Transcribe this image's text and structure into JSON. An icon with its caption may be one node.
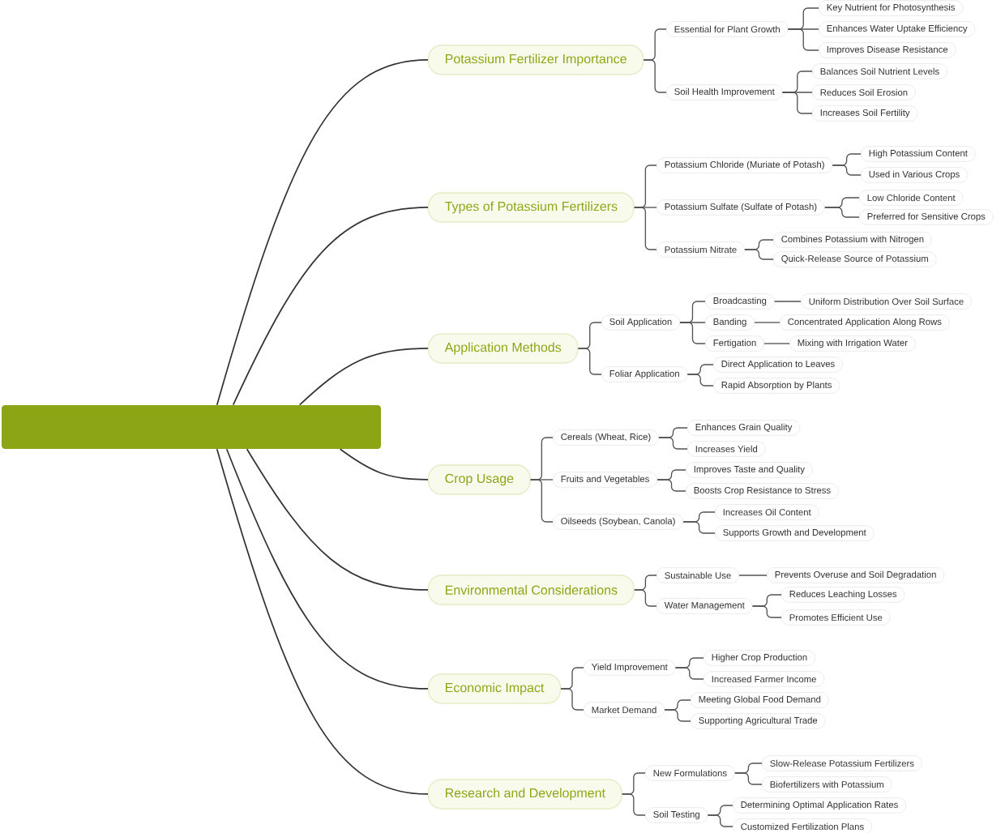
{
  "diagram": {
    "nodes": [
      {
        "text": [],
        "shape": "box"
      },
      {
        "text": [
          "Potassium Fertilizer Importance"
        ]
      },
      {
        "text": [
          "Essential for Plant Growth"
        ]
      },
      {
        "text": [
          "Key Nutrient for Photosynthesis"
        ]
      },
      {
        "text": [
          "Enhances Water Uptake Efficiency"
        ]
      },
      {
        "text": [
          "Improves Disease Resistance"
        ]
      },
      {
        "text": [
          "Soil Health Improvement"
        ]
      },
      {
        "text": [
          "Balances Soil Nutrient Levels"
        ]
      },
      {
        "text": [
          "Reduces Soil Erosion"
        ]
      },
      {
        "text": [
          "Increases Soil Fertility"
        ]
      },
      {
        "text": [
          "Types of Potassium Fertilizers"
        ]
      },
      {
        "text": [
          "Potassium Chloride (Muriate of Potash)"
        ]
      },
      {
        "text": [
          "High Potassium Content"
        ]
      },
      {
        "text": [
          "Used in Various Crops"
        ]
      },
      {
        "text": [
          "Potassium Sulfate (Sulfate of Potash)"
        ]
      },
      {
        "text": [
          "Low Chloride Content"
        ]
      },
      {
        "text": [
          "Preferred for Sensitive Crops"
        ]
      },
      {
        "text": [
          "Potassium Nitrate"
        ]
      },
      {
        "text": [
          "Combines Potassium with Nitrogen"
        ]
      },
      {
        "text": [
          "Quick-Release Source of Potassium"
        ]
      },
      {
        "text": [
          "Application Methods"
        ]
      },
      {
        "text": [
          "Soil Application"
        ]
      },
      {
        "text": [
          "Broadcasting"
        ]
      },
      {
        "text": [
          "Uniform Distribution Over Soil Surface"
        ]
      },
      {
        "text": [
          "Banding"
        ]
      },
      {
        "text": [
          "Concentrated Application Along Rows"
        ]
      },
      {
        "text": [
          "Fertigation"
        ]
      },
      {
        "text": [
          "Mixing with Irrigation Water"
        ]
      },
      {
        "text": [
          "Foliar Application"
        ]
      },
      {
        "text": [
          "Direct Application to Leaves"
        ]
      },
      {
        "text": [
          "Rapid Absorption by Plants"
        ]
      },
      {
        "text": [
          "Crop Usage"
        ]
      },
      {
        "text": [
          "Cereals (Wheat, Rice)"
        ]
      },
      {
        "text": [
          "Enhances Grain Quality"
        ]
      },
      {
        "text": [
          "Increases Yield"
        ]
      },
      {
        "text": [
          "Fruits and Vegetables"
        ]
      },
      {
        "text": [
          "Improves Taste and Quality"
        ]
      },
      {
        "text": [
          "Boosts Crop Resistance to Stress"
        ]
      },
      {
        "text": [
          "Oilseeds (Soybean, Canola)"
        ]
      },
      {
        "text": [
          "Increases Oil Content"
        ]
      },
      {
        "text": [
          "Supports Growth and Development"
        ]
      },
      {
        "text": [
          "Environmental Considerations"
        ]
      },
      {
        "text": [
          "Sustainable Use"
        ]
      },
      {
        "text": [
          "Prevents Overuse and Soil Degradation"
        ]
      },
      {
        "text": [
          "Water Management"
        ]
      },
      {
        "text": [
          "Reduces Leaching Losses"
        ]
      },
      {
        "text": [
          "Promotes Efficient Use"
        ]
      },
      {
        "text": [
          "Economic Impact"
        ]
      },
      {
        "text": [
          "Yield Improvement"
        ]
      },
      {
        "text": [
          "Higher Crop Production"
        ]
      },
      {
        "text": [
          "Increased Farmer Income"
        ]
      },
      {
        "text": [
          "Market Demand"
        ]
      },
      {
        "text": [
          "Meeting Global Food Demand"
        ]
      },
      {
        "text": [
          "Supporting Agricultural Trade"
        ]
      },
      {
        "text": [
          "Research and Development"
        ]
      },
      {
        "text": [
          "New Formulations"
        ]
      },
      {
        "text": [
          "Slow-Release Potassium Fertilizers"
        ]
      },
      {
        "text": [
          "Biofertilizers with Potassium"
        ]
      },
      {
        "text": [
          "Soil Testing"
        ]
      },
      {
        "text": [
          "Determining Optimal Application Rates"
        ]
      },
      {
        "text": [
          "Customized Fertilization Plans"
        ]
      }
    ],
    "edges": [
      {
        "from": 0,
        "to": 1,
        "arrow": "none"
      },
      {
        "from": 1,
        "to": 2,
        "arrow": "none"
      },
      {
        "from": 2,
        "to": 3,
        "arrow": "none"
      },
      {
        "from": 2,
        "to": 4,
        "arrow": "none"
      },
      {
        "from": 2,
        "to": 5,
        "arrow": "none"
      },
      {
        "from": 1,
        "to": 6,
        "arrow": "none"
      },
      {
        "from": 6,
        "to": 7,
        "arrow": "none"
      },
      {
        "from": 6,
        "to": 8,
        "arrow": "none"
      },
      {
        "from": 6,
        "to": 9,
        "arrow": "none"
      },
      {
        "from": 0,
        "to": 10,
        "arrow": "none"
      },
      {
        "from": 10,
        "to": 11,
        "arrow": "none"
      },
      {
        "from": 11,
        "to": 12,
        "arrow": "none"
      },
      {
        "from": 11,
        "to": 13,
        "arrow": "none"
      },
      {
        "from": 10,
        "to": 14,
        "arrow": "none"
      },
      {
        "from": 14,
        "to": 15,
        "arrow": "none"
      },
      {
        "from": 14,
        "to": 16,
        "arrow": "none"
      },
      {
        "from": 10,
        "to": 17,
        "arrow": "none"
      },
      {
        "from": 17,
        "to": 18,
        "arrow": "none"
      },
      {
        "from": 17,
        "to": 19,
        "arrow": "none"
      },
      {
        "from": 0,
        "to": 20,
        "arrow": "none"
      },
      {
        "from": 20,
        "to": 21,
        "arrow": "none"
      },
      {
        "from": 21,
        "to": 22,
        "arrow": "none"
      },
      {
        "from": 22,
        "to": 23,
        "arrow": "none"
      },
      {
        "from": 21,
        "to": 24,
        "arrow": "none"
      },
      {
        "from": 24,
        "to": 25,
        "arrow": "none"
      },
      {
        "from": 21,
        "to": 26,
        "arrow": "none"
      },
      {
        "from": 26,
        "to": 27,
        "arrow": "none"
      },
      {
        "from": 20,
        "to": 28,
        "arrow": "none"
      },
      {
        "from": 28,
        "to": 29,
        "arrow": "none"
      },
      {
        "from": 28,
        "to": 30,
        "arrow": "none"
      },
      {
        "from": 0,
        "to": 31,
        "arrow": "none"
      },
      {
        "from": 31,
        "to": 32,
        "arrow": "none"
      },
      {
        "from": 32,
        "to": 33,
        "arrow": "none"
      },
      {
        "from": 32,
        "to": 34,
        "arrow": "none"
      },
      {
        "from": 31,
        "to": 35,
        "arrow": "none"
      },
      {
        "from": 35,
        "to": 36,
        "arrow": "none"
      },
      {
        "from": 35,
        "to": 37,
        "arrow": "none"
      },
      {
        "from": 31,
        "to": 38,
        "arrow": "none"
      },
      {
        "from": 38,
        "to": 39,
        "arrow": "none"
      },
      {
        "from": 38,
        "to": 40,
        "arrow": "none"
      },
      {
        "from": 0,
        "to": 41,
        "arrow": "none"
      },
      {
        "from": 41,
        "to": 42,
        "arrow": "none"
      },
      {
        "from": 42,
        "to": 43,
        "arrow": "none"
      },
      {
        "from": 41,
        "to": 44,
        "arrow": "none"
      },
      {
        "from": 44,
        "to": 45,
        "arrow": "none"
      },
      {
        "from": 44,
        "to": 46,
        "arrow": "none"
      },
      {
        "from": 0,
        "to": 47,
        "arrow": "none"
      },
      {
        "from": 47,
        "to": 48,
        "arrow": "none"
      },
      {
        "from": 48,
        "to": 49,
        "arrow": "none"
      },
      {
        "from": 48,
        "to": 50,
        "arrow": "none"
      },
      {
        "from": 47,
        "to": 51,
        "arrow": "none"
      },
      {
        "from": 51,
        "to": 52,
        "arrow": "none"
      },
      {
        "from": 51,
        "to": 53,
        "arrow": "none"
      },
      {
        "from": 0,
        "to": 54,
        "arrow": "none"
      },
      {
        "from": 54,
        "to": 55,
        "arrow": "none"
      },
      {
        "from": 55,
        "to": 56,
        "arrow": "none"
      },
      {
        "from": 55,
        "to": 57,
        "arrow": "none"
      },
      {
        "from": 54,
        "to": 58,
        "arrow": "none"
      },
      {
        "from": 58,
        "to": 59,
        "arrow": "none"
      },
      {
        "from": 58,
        "to": 60,
        "arrow": "none"
      }
    ]
  }
}
